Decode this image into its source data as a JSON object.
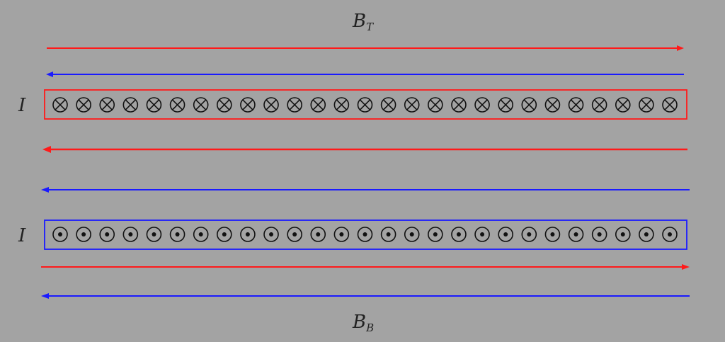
{
  "labels": {
    "top_field": {
      "base": "B",
      "sub": "T"
    },
    "bottom_field": {
      "base": "B",
      "sub": "B"
    },
    "top_current": "I",
    "bottom_current": "I"
  },
  "colors": {
    "background": "#a3a3a3",
    "red": "#ff1a1a",
    "blue": "#1a1aff",
    "symbol": "#111111"
  },
  "top_sheet": {
    "conductor_count": 27,
    "symbol": "cross-into-page",
    "border_color": "red"
  },
  "bottom_sheet": {
    "conductor_count": 27,
    "symbol": "dot-out-of-page",
    "border_color": "blue"
  },
  "field_lines": [
    {
      "id": "top-red-1",
      "color": "red",
      "direction": "right"
    },
    {
      "id": "top-blue-1",
      "color": "blue",
      "direction": "left"
    },
    {
      "id": "middle-red",
      "color": "red",
      "direction": "left"
    },
    {
      "id": "middle-blue",
      "color": "blue",
      "direction": "left"
    },
    {
      "id": "bottom-red",
      "color": "red",
      "direction": "right"
    },
    {
      "id": "bottom-blue",
      "color": "blue",
      "direction": "left"
    }
  ]
}
